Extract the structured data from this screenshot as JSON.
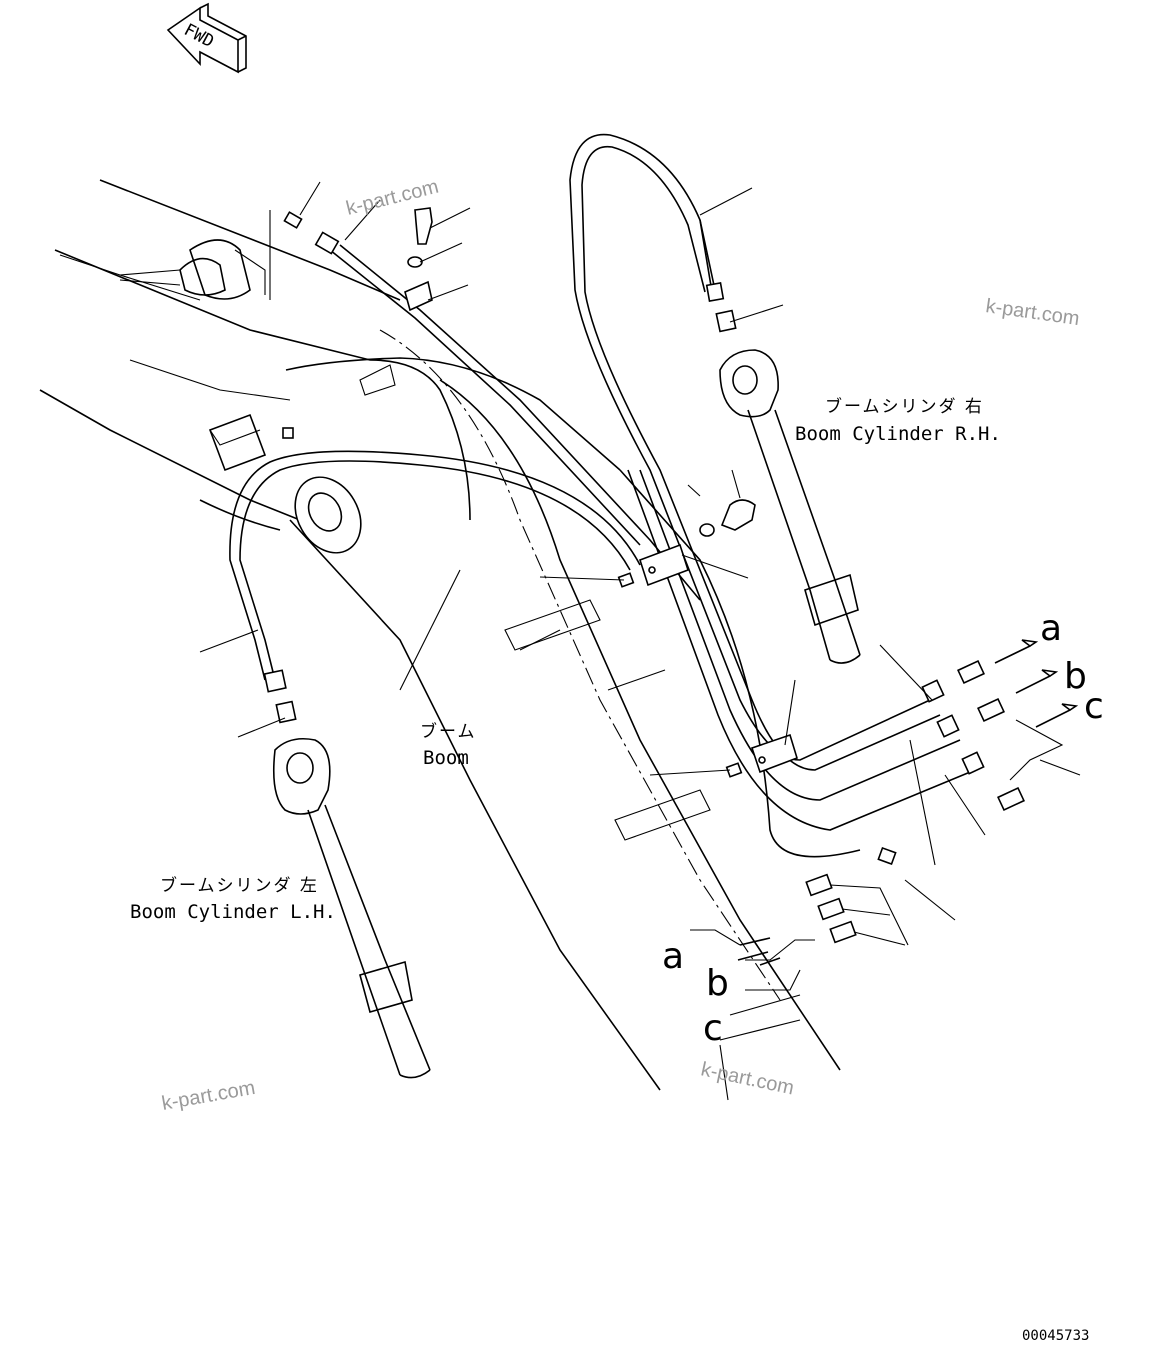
{
  "diagram": {
    "direction_label": "FWD",
    "labels": {
      "boom_cylinder_rh_jp": "ブームシリンダ 右",
      "boom_cylinder_rh_en": "Boom Cylinder R.H.",
      "boom_jp": "ブーム",
      "boom_en": "Boom",
      "boom_cylinder_lh_jp": "ブームシリンダ 左",
      "boom_cylinder_lh_en": "Boom Cylinder L.H."
    },
    "connection_letters": [
      "a",
      "b",
      "c"
    ],
    "watermark": "k-part.com",
    "drawing_number": "00045733"
  }
}
